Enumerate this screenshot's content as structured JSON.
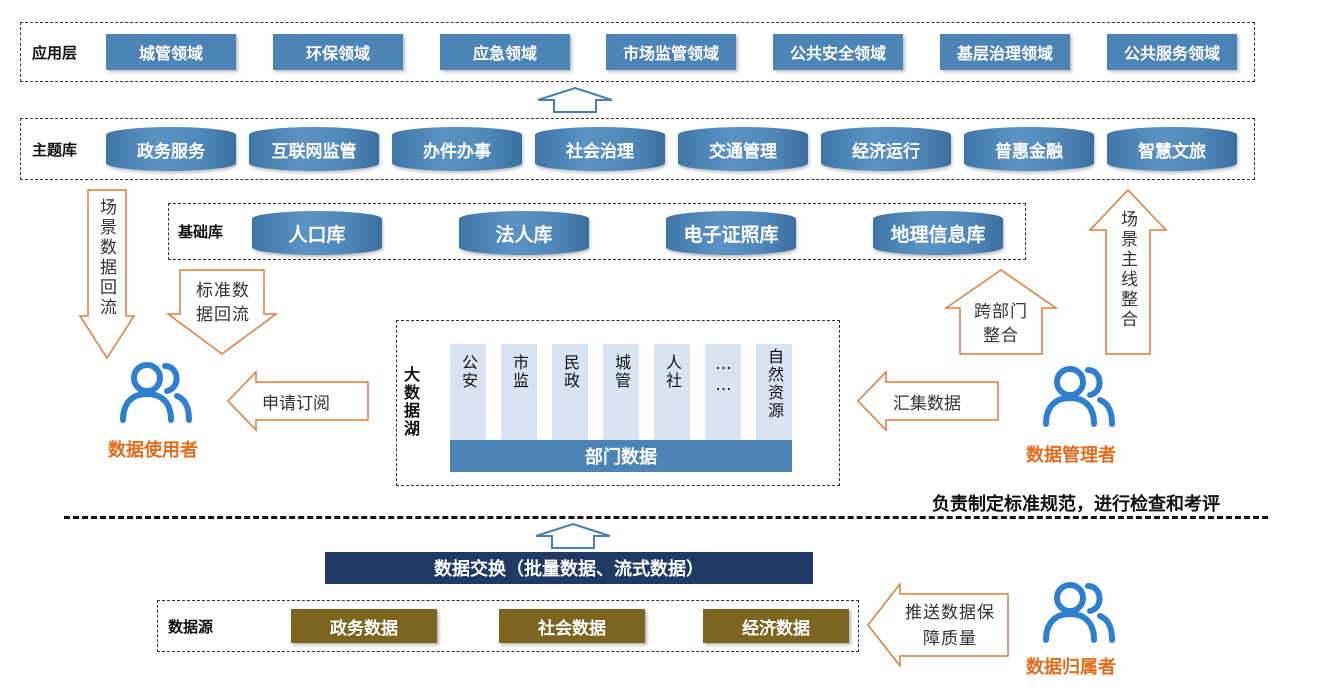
{
  "application_layer": {
    "label": "应用层",
    "items": [
      "城管领域",
      "环保领域",
      "应急领域",
      "市场监管领域",
      "公共安全领域",
      "基层治理领域",
      "公共服务领域"
    ]
  },
  "theme_db": {
    "label": "主题库",
    "items": [
      "政务服务",
      "互联网监管",
      "办件办事",
      "社会治理",
      "交通管理",
      "经济运行",
      "普惠金融",
      "智慧文旅"
    ]
  },
  "base_db": {
    "label": "基础库",
    "items": [
      "人口库",
      "法人库",
      "电子证照库",
      "地理信息库"
    ]
  },
  "data_lake": {
    "label": "大数据湖",
    "columns": [
      "公安",
      "市监",
      "民政",
      "城管",
      "人社",
      "……",
      "自然资源"
    ],
    "footer": "部门数据"
  },
  "arrows": {
    "scene_data_backflow": "场景数据回流",
    "standard_data_backflow": "标准数据回流",
    "apply_subscribe": "申请订阅",
    "collect_data": "汇集数据",
    "cross_dept_integration": "跨部门整合",
    "scene_mainline_integration": "场景主线整合",
    "push_data": "推送数据保障质量"
  },
  "roles": {
    "data_user": "数据使用者",
    "data_manager": "数据管理者",
    "data_owner": "数据归属者"
  },
  "manager_note": "负责制定标准规范，进行检查和考评",
  "exchange": "数据交换（批量数据、流式数据）",
  "data_source": {
    "label": "数据源",
    "items": [
      "政务数据",
      "社会数据",
      "经济数据"
    ]
  },
  "colors": {
    "blue_box": "#4d84b6",
    "lake_column": "#d9e4f2",
    "exchange_bar": "#1f3864",
    "source_box": "#7b6520",
    "role_text": "#e46c1b",
    "person_icon": "#2e7fcf",
    "arrow_stroke": "#e07b39"
  }
}
